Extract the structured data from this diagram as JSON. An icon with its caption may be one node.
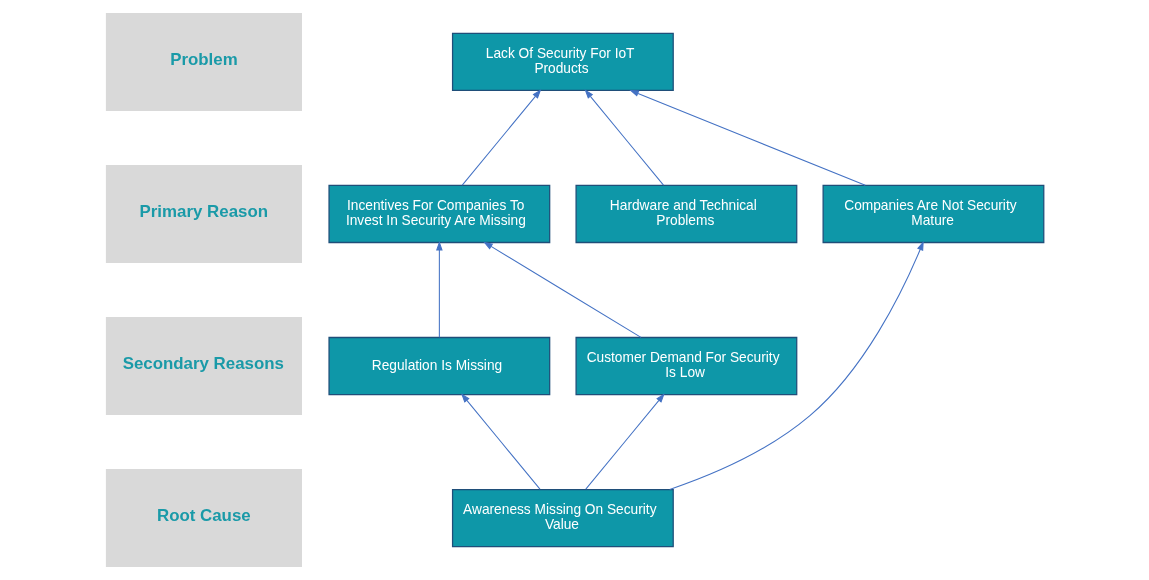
{
  "diagram": {
    "nodes": [
      {
        "text": [
          "Problem"
        ]
      },
      {
        "text": [
          "Primary Reason"
        ]
      },
      {
        "text": [
          "Secondary Reasons"
        ]
      },
      {
        "text": [
          "Root Cause"
        ]
      },
      {
        "text": [
          "Lack Of Security For IoT Products"
        ]
      },
      {
        "text": [
          "Companies Are Not Security Mature"
        ]
      },
      {
        "text": [
          "Incentives For Companies To Invest In Security Are Missing"
        ]
      },
      {
        "text": [
          "Hardware and Technical Problems"
        ]
      },
      {
        "text": [
          "Customer Demand For Security Is Low"
        ]
      },
      {
        "text": [
          "Regulation Is Missing"
        ]
      },
      {
        "text": [
          "Awareness Missing On Security Value"
        ]
      }
    ],
    "edges": [
      {
        "from": 5,
        "to": 4,
        "arrow": "to"
      },
      {
        "from": 6,
        "to": 4,
        "arrow": "to"
      },
      {
        "from": 7,
        "to": 4,
        "arrow": "to"
      },
      {
        "from": 8,
        "to": 6,
        "arrow": "to"
      },
      {
        "from": 9,
        "to": 6,
        "arrow": "to"
      },
      {
        "from": 10,
        "to": 8,
        "arrow": "to"
      },
      {
        "from": 10,
        "to": 9,
        "arrow": "to"
      },
      {
        "from": 10,
        "to": 5,
        "arrow": "to"
      }
    ]
  }
}
